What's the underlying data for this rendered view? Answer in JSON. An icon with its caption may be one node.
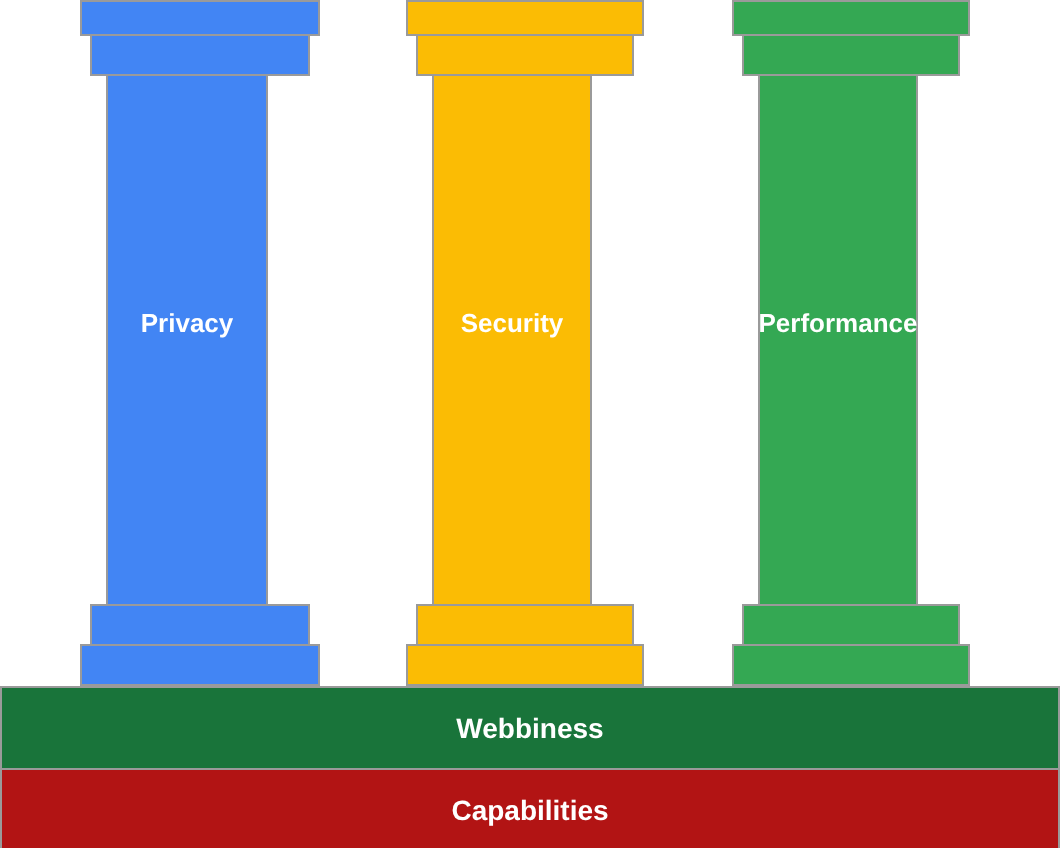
{
  "diagram": {
    "nodes": [
      {
        "text": [
          "Privacy"
        ]
      },
      {
        "text": [
          "Security"
        ]
      },
      {
        "text": [
          "Performance"
        ]
      },
      {
        "text": [
          "Webbiness"
        ]
      },
      {
        "text": [
          "Capabilities"
        ]
      }
    ]
  }
}
